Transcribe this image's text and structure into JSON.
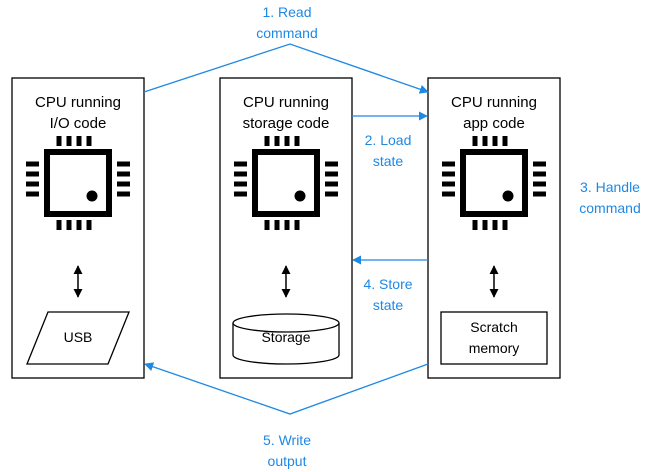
{
  "colors": {
    "arrow": "#1e88e5",
    "line": "#000000",
    "background": "#ffffff"
  },
  "cpus": [
    {
      "title": "CPU running\nI/O code",
      "device": "USB",
      "device_shape": "parallelogram",
      "chip_icon": "cpu-chip-icon"
    },
    {
      "title": "CPU running\nstorage code",
      "device": "Storage",
      "device_shape": "cylinder",
      "chip_icon": "cpu-chip-icon"
    },
    {
      "title": "CPU running\napp code",
      "device": "Scratch\nmemory",
      "device_shape": "rectangle",
      "chip_icon": "cpu-chip-icon"
    }
  ],
  "steps": [
    {
      "label": "1. Read\ncommand"
    },
    {
      "label": "2. Load\nstate"
    },
    {
      "label": "3. Handle\ncommand"
    },
    {
      "label": "4. Store\nstate"
    },
    {
      "label": "5. Write\noutput"
    }
  ]
}
